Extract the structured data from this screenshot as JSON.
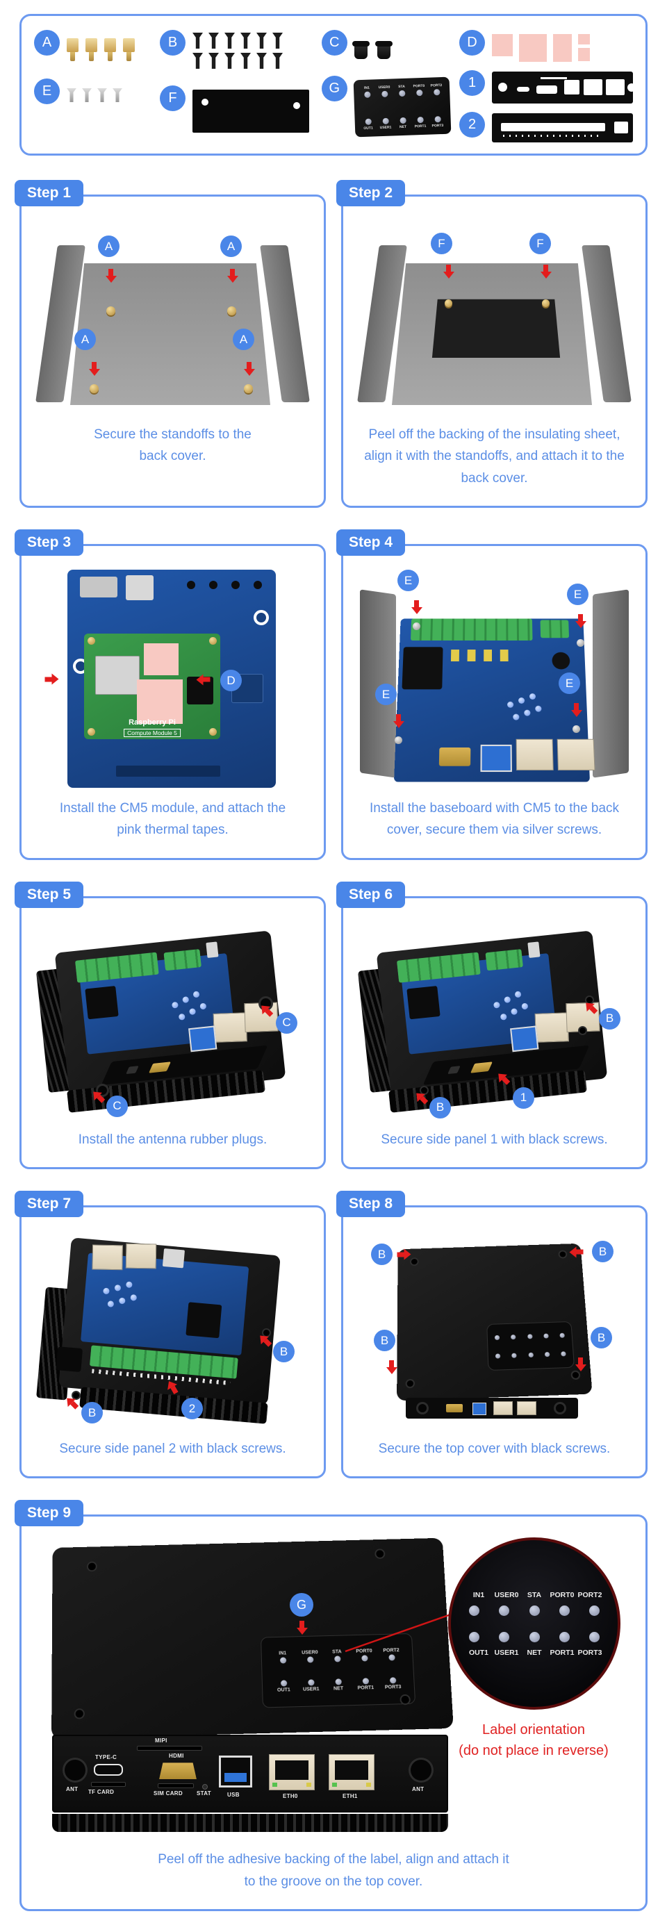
{
  "colors": {
    "accent": "#4a86e8",
    "panel_border": "#6d9af0",
    "caption": "#5b8ee5",
    "arrow_red": "#e31d1d",
    "thermal_pink": "#f8c9c2"
  },
  "parts": {
    "items": [
      {
        "id": "A"
      },
      {
        "id": "B"
      },
      {
        "id": "C"
      },
      {
        "id": "D"
      },
      {
        "id": "E"
      },
      {
        "id": "F"
      },
      {
        "id": "G"
      },
      {
        "id": "1"
      },
      {
        "id": "2"
      }
    ]
  },
  "led": {
    "top": [
      "IN1",
      "USER0",
      "STA",
      "PORT0",
      "PORT2"
    ],
    "bottom": [
      "OUT1",
      "USER1",
      "NET",
      "PORT1",
      "PORT3"
    ]
  },
  "cm5": {
    "brand": "Raspberry Pi",
    "model": "Compute Module 5"
  },
  "ports": [
    "ANT",
    "TYPE-C",
    "MIPI",
    "HDMI",
    "TF CARD",
    "SIM CARD",
    "STAT",
    "USB",
    "ETH0",
    "ETH1",
    "ANT"
  ],
  "steps": [
    {
      "tag": "Step 1",
      "caption": "Secure the standoffs to the back cover.",
      "markers": [
        "A",
        "A",
        "A",
        "A"
      ]
    },
    {
      "tag": "Step 2",
      "caption": "Peel off the backing of the insulating sheet, align it with the standoffs, and attach it to the back cover.",
      "markers": [
        "F",
        "F"
      ]
    },
    {
      "tag": "Step 3",
      "caption": "Install the CM5 module, and attach the pink thermal tapes.",
      "markers": [
        "D"
      ]
    },
    {
      "tag": "Step 4",
      "caption": "Install the baseboard with CM5 to the back cover, secure them via silver screws.",
      "markers": [
        "E",
        "E",
        "E",
        "E"
      ]
    },
    {
      "tag": "Step 5",
      "caption": "Install the antenna rubber plugs.",
      "markers": [
        "C",
        "C"
      ]
    },
    {
      "tag": "Step 6",
      "caption": "Secure side panel 1 with black screws.",
      "markers": [
        "B",
        "B",
        "1"
      ]
    },
    {
      "tag": "Step 7",
      "caption": "Secure side panel 2 with black screws.",
      "markers": [
        "B",
        "B",
        "2"
      ]
    },
    {
      "tag": "Step 8",
      "caption": "Secure the top cover with black screws.",
      "markers": [
        "B",
        "B",
        "B",
        "B"
      ]
    },
    {
      "tag": "Step 9",
      "caption": "Peel off the adhesive backing of the label, align and attach it to the groove on the top cover.",
      "markers": [
        "G"
      ],
      "note_line1": "Label orientation",
      "note_line2": "(do not place in reverse)"
    }
  ]
}
